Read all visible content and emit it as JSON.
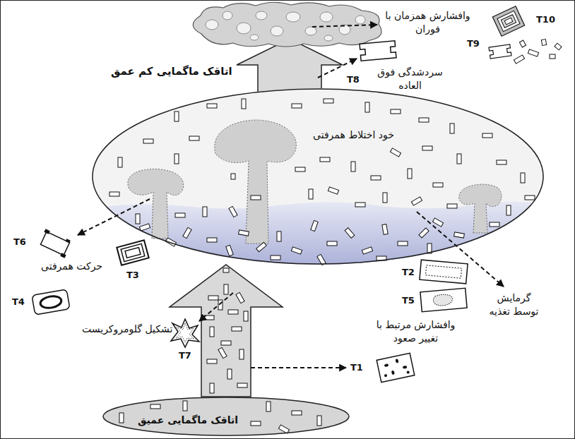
{
  "diagram": {
    "nodes": [
      {
        "text": [
          "اتاقک ماگمایی کم عمق"
        ]
      },
      {
        "text": [
          "اتاقک ماگمایی عمیق"
        ]
      }
    ],
    "edges": [
      {
        "from": 1,
        "to": 0,
        "arrow": "to"
      }
    ],
    "labels": [
      "وافشارش همزمان با فوران",
      "T10",
      "T9",
      "T8",
      "سردشدگی فوق العاده",
      "خود اختلاط همرفتی",
      "T6",
      "حرکت همرفتی",
      "T3",
      "T4",
      "تشکیل گلومروکریست",
      "T7",
      "T2",
      "T5",
      "گرمایش توسط تغذیه",
      "وافشارش مرتبط با تغییر صعود",
      "T1"
    ]
  }
}
